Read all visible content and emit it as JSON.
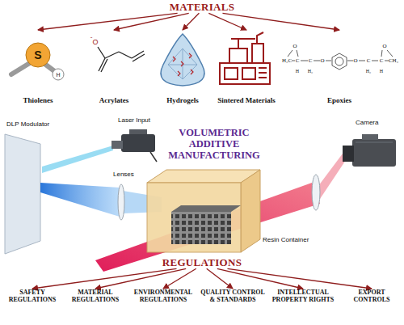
{
  "diagram": {
    "nodes": [
      {
        "text": [
          "MATERIALS"
        ]
      },
      {
        "text": [
          "Thiolenes"
        ]
      },
      {
        "text": [
          "Acrylates"
        ]
      },
      {
        "text": [
          "Hydrogels"
        ]
      },
      {
        "text": [
          "Sintered Materials"
        ]
      },
      {
        "text": [
          "Epoxies"
        ]
      },
      {
        "text": [
          "VOLUMETRIC ADDITIVE MANUFACTURING"
        ]
      },
      {
        "text": [
          "REGULATIONS"
        ]
      },
      {
        "text": [
          "SAFETY REGULATIONS"
        ]
      },
      {
        "text": [
          "MATERIAL REGULATIONS"
        ]
      },
      {
        "text": [
          "ENVIRONMENTAL REGULATIONS"
        ]
      },
      {
        "text": [
          "QUALITY CONTROL & STANDARDS"
        ]
      },
      {
        "text": [
          "INTELLECTUAL PROPERTY RIGHTS"
        ]
      },
      {
        "text": [
          "EXPORT CONTROLS"
        ]
      }
    ],
    "edges": [
      {
        "from": 0,
        "to": 1,
        "arrow": "to"
      },
      {
        "from": 0,
        "to": 2,
        "arrow": "to"
      },
      {
        "from": 0,
        "to": 3,
        "arrow": "to"
      },
      {
        "from": 0,
        "to": 4,
        "arrow": "to"
      },
      {
        "from": 0,
        "to": 5,
        "arrow": "to"
      },
      {
        "from": 7,
        "to": 8,
        "arrow": "to"
      },
      {
        "from": 7,
        "to": 9,
        "arrow": "to"
      },
      {
        "from": 7,
        "to": 10,
        "arrow": "to"
      },
      {
        "from": 7,
        "to": 11,
        "arrow": "to"
      },
      {
        "from": 7,
        "to": 12,
        "arrow": "to"
      },
      {
        "from": 7,
        "to": 13,
        "arrow": "to"
      }
    ],
    "labels": [
      "S",
      "H",
      "O",
      "-",
      "H₂C",
      "C",
      "C",
      "O",
      "O",
      "C",
      "C",
      "CH₂",
      "H",
      "H₂",
      "H₂",
      "H",
      "O",
      "O",
      "DLP Modulator",
      "Laser Input",
      "Lenses",
      "Resin Container",
      "Camera"
    ]
  }
}
